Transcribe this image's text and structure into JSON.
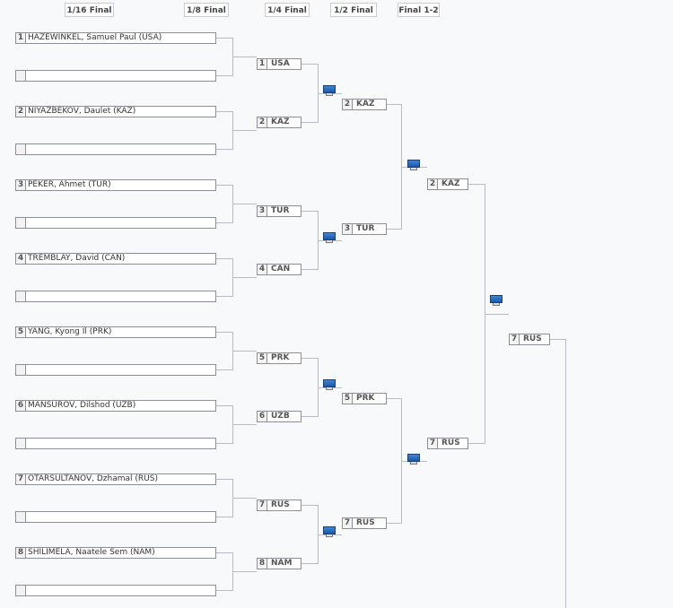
{
  "headers": [
    "1/16 Final",
    "1/8 Final",
    "1/4 Final",
    "1/2 Final",
    "Final 1-2"
  ],
  "round16": [
    {
      "seed": "1",
      "name": "HAZEWINKEL, Samuel Paul (USA)"
    },
    {
      "seed": "",
      "name": ""
    },
    {
      "seed": "2",
      "name": "NIYAZBEKOV, Daulet (KAZ)"
    },
    {
      "seed": "",
      "name": ""
    },
    {
      "seed": "3",
      "name": "PEKER, Ahmet (TUR)"
    },
    {
      "seed": "",
      "name": ""
    },
    {
      "seed": "4",
      "name": "TREMBLAY, David (CAN)"
    },
    {
      "seed": "",
      "name": ""
    },
    {
      "seed": "5",
      "name": "YANG, Kyong Il (PRK)"
    },
    {
      "seed": "",
      "name": ""
    },
    {
      "seed": "6",
      "name": "MANSUROV, Dilshod (UZB)"
    },
    {
      "seed": "",
      "name": ""
    },
    {
      "seed": "7",
      "name": "OTARSULTANOV, Dzhamal (RUS)"
    },
    {
      "seed": "",
      "name": ""
    },
    {
      "seed": "8",
      "name": "SHILIMELA, Naatele Sem (NAM)"
    },
    {
      "seed": "",
      "name": ""
    }
  ],
  "round8": [
    {
      "seed": "1",
      "name": "USA"
    },
    {
      "seed": "2",
      "name": "KAZ"
    },
    {
      "seed": "3",
      "name": "TUR"
    },
    {
      "seed": "4",
      "name": "CAN"
    },
    {
      "seed": "5",
      "name": "PRK"
    },
    {
      "seed": "6",
      "name": "UZB"
    },
    {
      "seed": "7",
      "name": "RUS"
    },
    {
      "seed": "8",
      "name": "NAM"
    }
  ],
  "quarter": [
    {
      "seed": "2",
      "name": "KAZ"
    },
    {
      "seed": "3",
      "name": "TUR"
    },
    {
      "seed": "5",
      "name": "PRK"
    },
    {
      "seed": "7",
      "name": "RUS"
    }
  ],
  "semi": [
    {
      "seed": "2",
      "name": "KAZ"
    },
    {
      "seed": "7",
      "name": "RUS"
    }
  ],
  "final": [
    {
      "seed": "7",
      "name": "RUS"
    }
  ],
  "video_icon": "tv-monitor-icon"
}
